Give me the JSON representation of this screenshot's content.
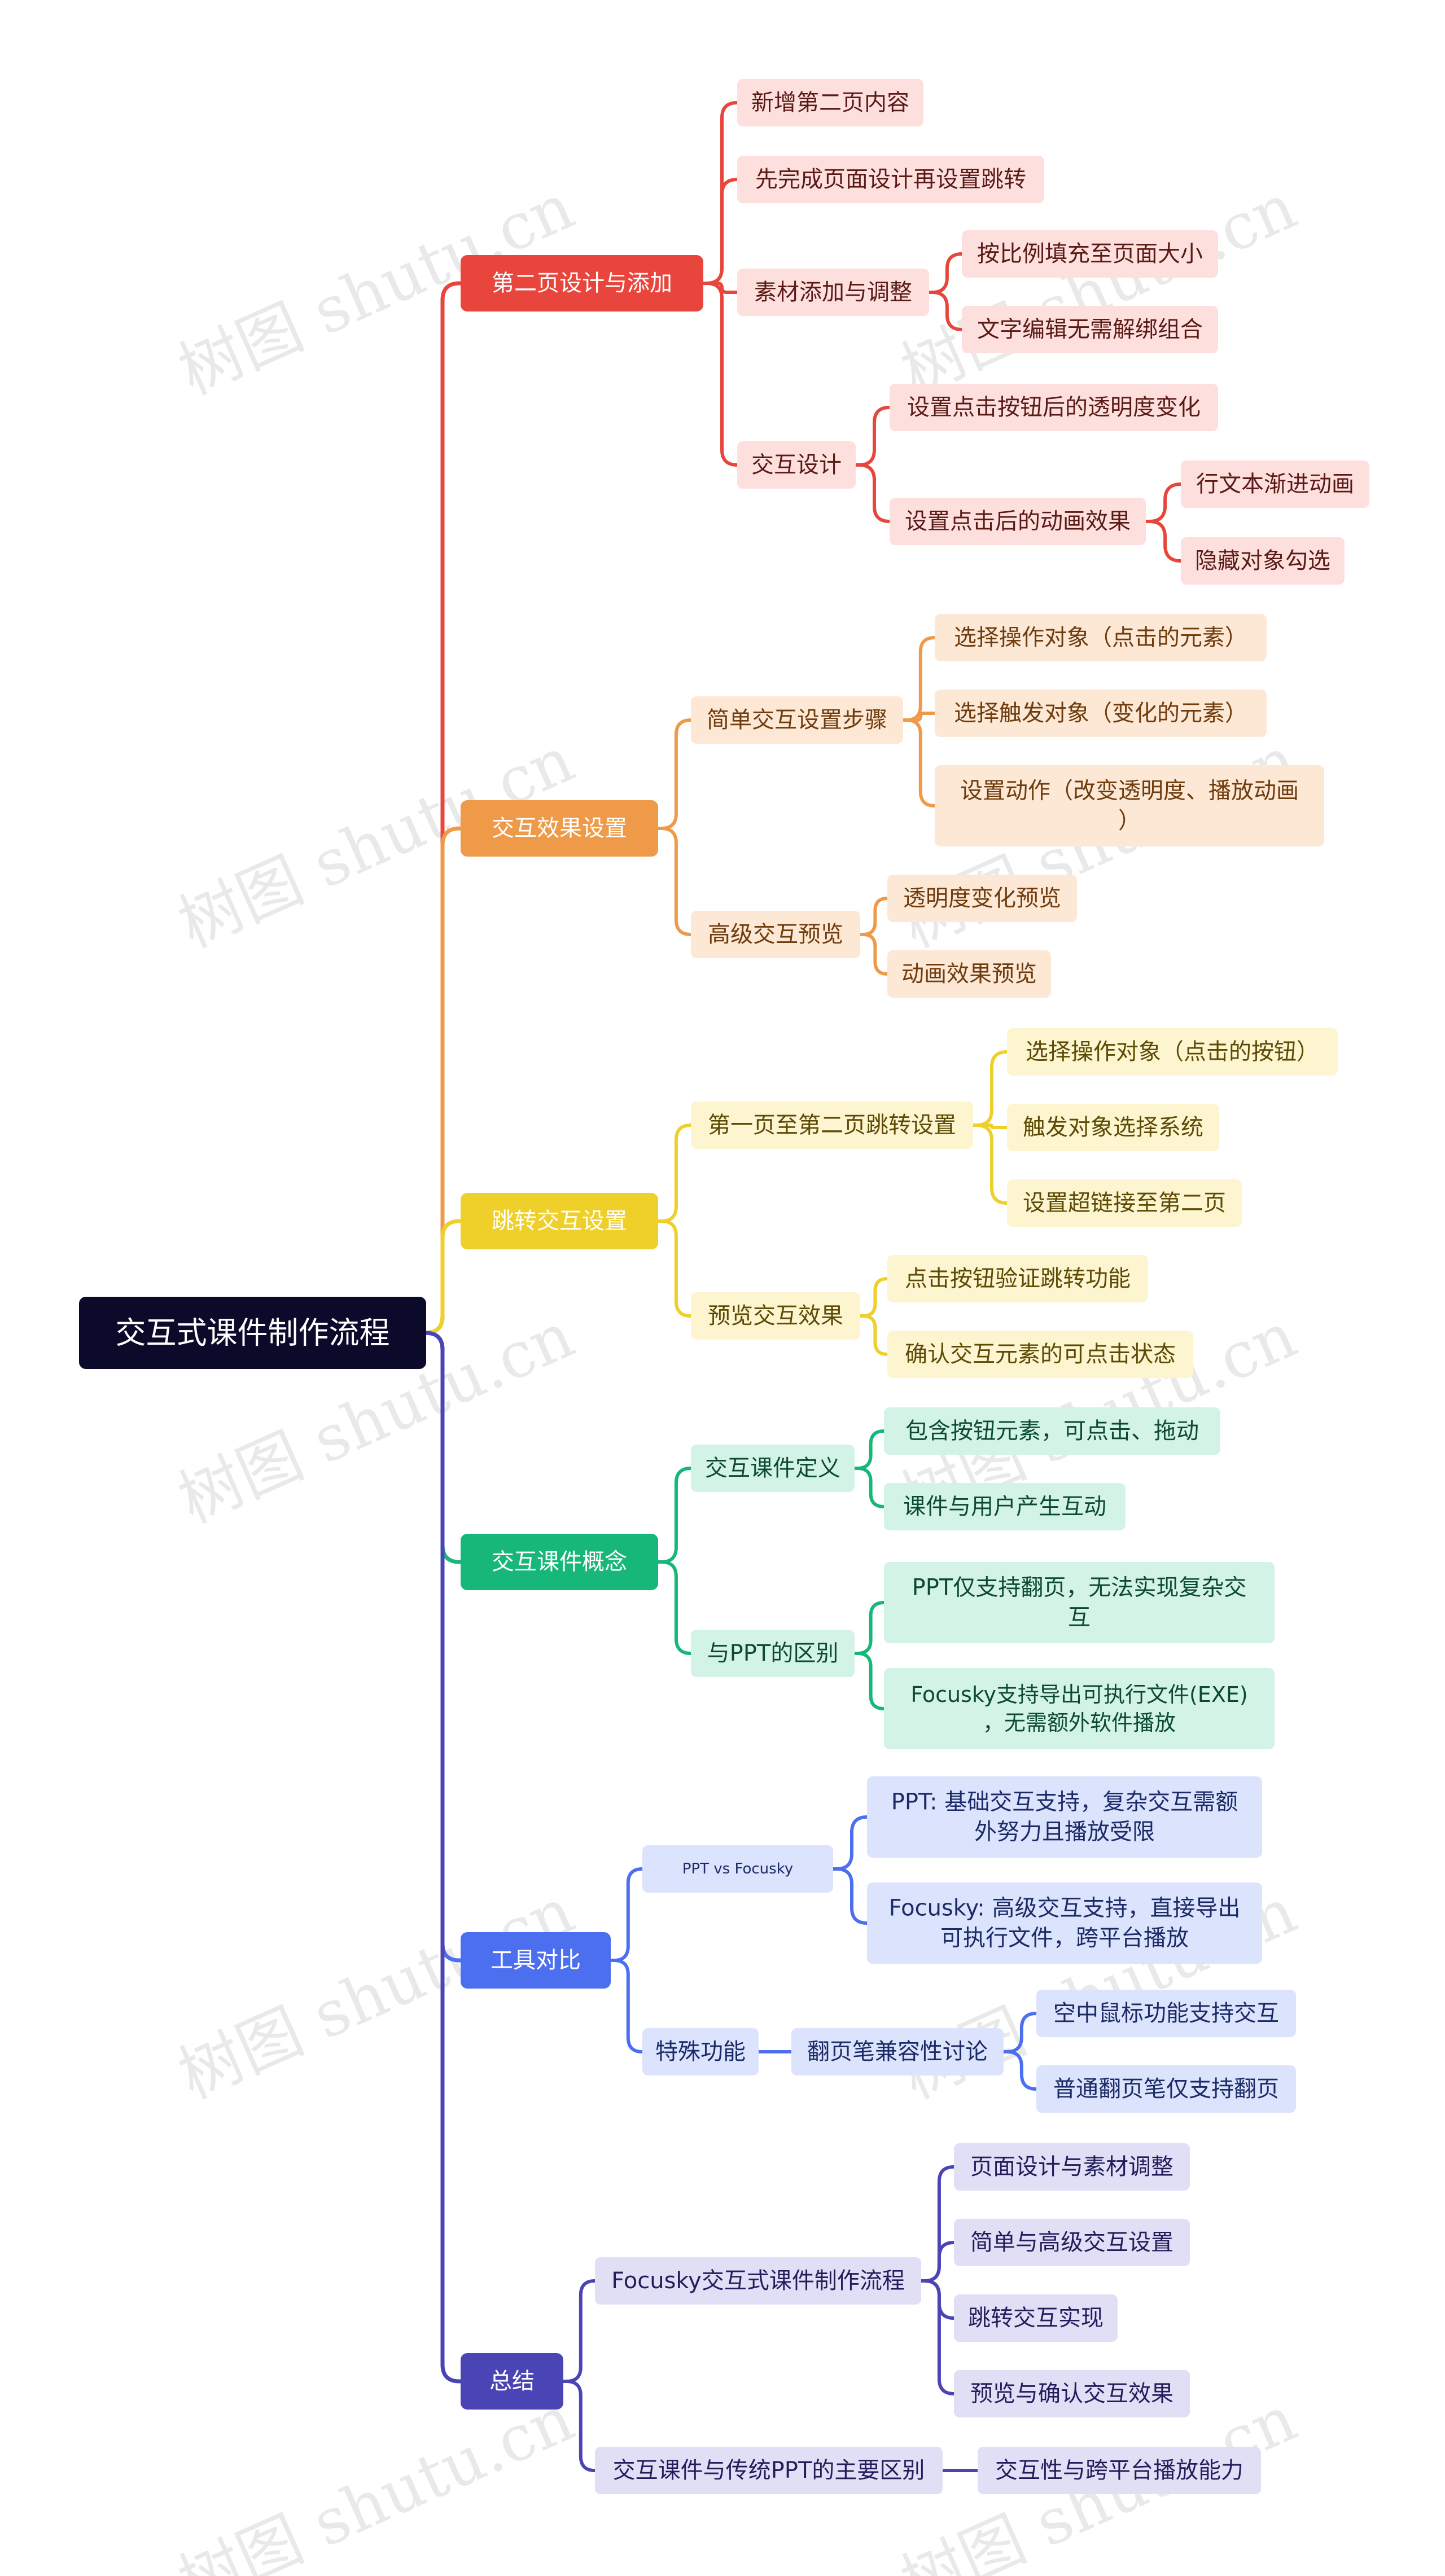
{
  "watermark": "树图 shutu.cn",
  "colors": {
    "root_bg": "#0b0a2a",
    "red": "#e8453c",
    "red_light": "#fde0de",
    "red_text": "#5a1a16",
    "orange": "#ee9a48",
    "orange_light": "#fde8d5",
    "orange_text": "#6e3c0e",
    "yellow": "#efcf2a",
    "yellow_light": "#fdf5cf",
    "yellow_text": "#5c4a05",
    "green": "#16b779",
    "green_light": "#d2f3e6",
    "green_text": "#0d4a33",
    "blue": "#4c6ff0",
    "blue_light": "#dbe3fd",
    "blue_text": "#1c2b66",
    "indigo": "#4b44b5",
    "indigo_light": "#e0dff6",
    "indigo_text": "#221e5c"
  },
  "mindmap": {
    "root": "交互式课件制作流程",
    "branches": [
      {
        "label": "第二页设计与添加",
        "children": [
          {
            "label": "新增第二页内容"
          },
          {
            "label": "先完成页面设计再设置跳转"
          },
          {
            "label": "素材添加与调整",
            "children": [
              {
                "label": "按比例填充至页面大小"
              },
              {
                "label": "文字编辑无需解绑组合"
              }
            ]
          },
          {
            "label": "交互设计",
            "children": [
              {
                "label": "设置点击按钮后的透明度变化"
              },
              {
                "label": "设置点击后的动画效果",
                "children": [
                  {
                    "label": "行文本渐进动画"
                  },
                  {
                    "label": "隐藏对象勾选"
                  }
                ]
              }
            ]
          }
        ]
      },
      {
        "label": "交互效果设置",
        "children": [
          {
            "label": "简单交互设置步骤",
            "children": [
              {
                "label": "选择操作对象（点击的元素）"
              },
              {
                "label": "选择触发对象（变化的元素）"
              },
              {
                "label": "设置动作（改变透明度、播放动画）"
              }
            ]
          },
          {
            "label": "高级交互预览",
            "children": [
              {
                "label": "透明度变化预览"
              },
              {
                "label": "动画效果预览"
              }
            ]
          }
        ]
      },
      {
        "label": "跳转交互设置",
        "children": [
          {
            "label": "第一页至第二页跳转设置",
            "children": [
              {
                "label": "选择操作对象（点击的按钮）"
              },
              {
                "label": "触发对象选择系统"
              },
              {
                "label": "设置超链接至第二页"
              }
            ]
          },
          {
            "label": "预览交互效果",
            "children": [
              {
                "label": "点击按钮验证跳转功能"
              },
              {
                "label": "确认交互元素的可点击状态"
              }
            ]
          }
        ]
      },
      {
        "label": "交互课件概念",
        "children": [
          {
            "label": "交互课件定义",
            "children": [
              {
                "label": "包含按钮元素，可点击、拖动"
              },
              {
                "label": "课件与用户产生互动"
              }
            ]
          },
          {
            "label": "与PPT的区别",
            "children": [
              {
                "label": "PPT仅支持翻页，无法实现复杂交互"
              },
              {
                "label": "Focusky支持导出可执行文件(EXE)，无需额外软件播放"
              }
            ]
          }
        ]
      },
      {
        "label": "工具对比",
        "children": [
          {
            "label": "PPT vs Focusky",
            "children": [
              {
                "label": "PPT: 基础交互支持，复杂交互需额外努力且播放受限"
              },
              {
                "label": "Focusky: 高级交互支持，直接导出可执行文件，跨平台播放"
              }
            ]
          },
          {
            "label": "特殊功能",
            "children": [
              {
                "label": "翻页笔兼容性讨论",
                "children": [
                  {
                    "label": "空中鼠标功能支持交互"
                  },
                  {
                    "label": "普通翻页笔仅支持翻页"
                  }
                ]
              }
            ]
          }
        ]
      },
      {
        "label": "总结",
        "children": [
          {
            "label": "Focusky交互式课件制作流程",
            "children": [
              {
                "label": "页面设计与素材调整"
              },
              {
                "label": "简单与高级交互设置"
              },
              {
                "label": "跳转交互实现"
              },
              {
                "label": "预览与确认交互效果"
              }
            ]
          },
          {
            "label": "交互课件与传统PPT的主要区别",
            "children": [
              {
                "label": "交互性与跨平台播放能力"
              }
            ]
          }
        ]
      }
    ]
  }
}
